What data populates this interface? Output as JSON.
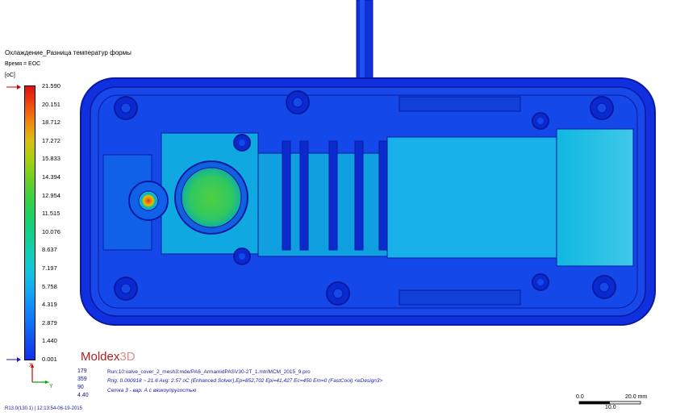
{
  "result": {
    "title": "Охлаждение_Разница температур формы",
    "time": "Время = EOC",
    "unit": "[oC]"
  },
  "colorbar": {
    "ticks": [
      "21.590",
      "20.151",
      "18.712",
      "17.272",
      "15.833",
      "14.394",
      "12.954",
      "11.515",
      "10.076",
      "8.637",
      "7.197",
      "5.758",
      "4.319",
      "2.879",
      "1.440",
      "0.001"
    ],
    "colors": [
      "#e01010",
      "#f04a10",
      "#f08a10",
      "#d8c010",
      "#a8d010",
      "#70d020",
      "#40d040",
      "#20d060",
      "#10d088",
      "#10d0b0",
      "#10c8d8",
      "#10b0f0",
      "#1090f8",
      "#1070f8",
      "#1050f0",
      "#1030e8"
    ],
    "marker_color": "#cc0000"
  },
  "info": {
    "nodes": [
      "179",
      "359",
      "90",
      "4.40"
    ],
    "run": "Run:10:valve_cover_2_mesh3:mde/PA6_ArmamidPASV30-2T_1.mtr/MCM_2015_9.pro",
    "range": "Rng: 0.000918 ~ 21.6   Avg: 2.57 oC (Enhanced Solver),Ep=852,702 Epi=41,427 Ec=450 Em=0 (FastCool) <eDesign3>",
    "mesh": "Сетка 3 - вар. А с вязкоупругостью",
    "version": "R13.0(130.1) | 12:13:54-06-19-2015"
  },
  "logo": {
    "main": "Moldex",
    "suffix": "3D"
  },
  "axes": {
    "x": "X",
    "y": "Y"
  },
  "scale": {
    "left": "0.0",
    "right": "20.0 mm",
    "mid": "10.0"
  },
  "model": {
    "base_color": "#1030e0",
    "edge_color": "#0a1aa0",
    "hot_color": "#e03010"
  }
}
